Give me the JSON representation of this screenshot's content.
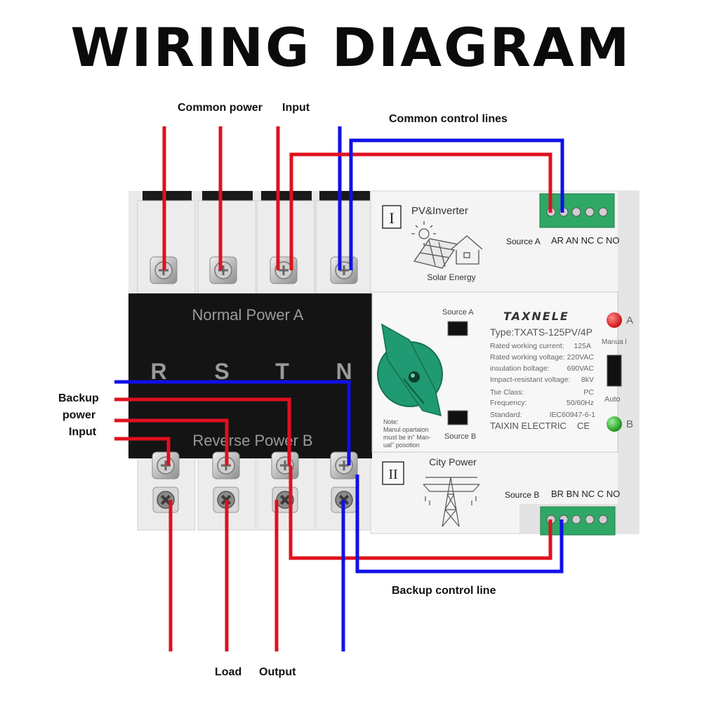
{
  "title": "WIRING DIAGRAM",
  "labels": {
    "common_power": "Common power",
    "input_top": "Input",
    "common_control": "Common control lines",
    "backup_line1": "Backup",
    "backup_line2": "power",
    "backup_line3": "Input",
    "backup_control": "Backup control line",
    "load": "Load",
    "output": "Output"
  },
  "device": {
    "normal_power": "Normal  Power  A",
    "reverse_power": "Reverse  Power  B",
    "phases": [
      "R",
      "S",
      "T",
      "N"
    ],
    "section_one": "I",
    "section_two": "II",
    "pv_inverter": "PV&Inverter",
    "solar_energy": "Solar Energy",
    "city_power": "City  Power",
    "source_a_top": "Source A",
    "terminals_a": "AR AN NC C NO",
    "source_b_bottom": "Source B",
    "terminals_b": "BR BN NC C NO",
    "switch_source_a": "Source  A",
    "switch_source_b": "Source  B",
    "brand": "TAXNELE",
    "type": "Type:TXATS-125PV/4P",
    "specs": [
      {
        "label": "Rated working current:",
        "value": "125A"
      },
      {
        "label": "Rated working voltage:",
        "value": "220VAC"
      },
      {
        "label": "insulation boltage:",
        "value": "690VAC"
      },
      {
        "label": "Impact-resistant voltage:",
        "value": "8kV"
      },
      {
        "label": "Tse  Class:",
        "value": "PC"
      },
      {
        "label": "Frequency:",
        "value": "50/60Hz"
      },
      {
        "label": "Standard:",
        "value": "IEC60947-6-1"
      }
    ],
    "manufacturer": "TAIXIN ELECTRIC",
    "ce": "CE",
    "note_line1": "Note:",
    "note_line2": "Manul opartaion",
    "note_line3": "must be in\" Man-",
    "note_line4": "ual\"  posotion",
    "indicator_a": "A",
    "indicator_b": "B",
    "manual_label": "Manua l",
    "auto_label": "Auto"
  },
  "colors": {
    "red_wire": "#e0101e",
    "blue_wire": "#1010e6",
    "black_panel": "#141414",
    "terminal_green": "#2fa866",
    "knob_green": "#1f9a73",
    "led_red": "#e01515",
    "led_green": "#1aa21a"
  }
}
